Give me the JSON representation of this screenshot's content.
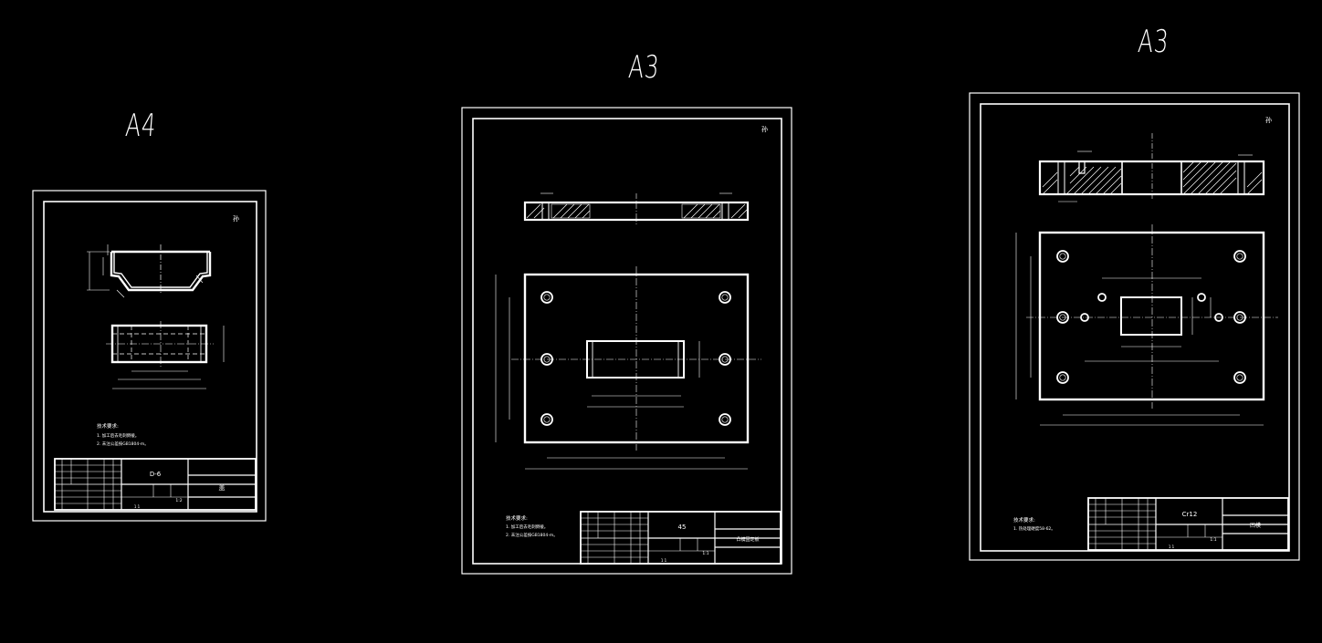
{
  "sheets": [
    {
      "id": "sheet-1",
      "format_label": "A4",
      "corner_mark": "孙",
      "title_block_name": "D-6",
      "title_block_part": "盖",
      "notes_heading": "技术要求:",
      "notes": [
        "1. 加工后去毛刺倒棱。",
        "2. 未注公差按GB1804-m。"
      ],
      "scale": "1:2",
      "sheet_counter": "1  1"
    },
    {
      "id": "sheet-2",
      "format_label": "A3",
      "corner_mark": "孙",
      "title_block_name": "45",
      "title_block_part": "凸模固定板",
      "notes_heading": "技术要求:",
      "notes": [
        "1. 加工后去毛刺倒棱。",
        "2. 未注公差按GB1804-m。"
      ],
      "scale": "1:1",
      "sheet_counter": "1  1"
    },
    {
      "id": "sheet-3",
      "format_label": "A3",
      "corner_mark": "孙",
      "title_block_name": "Cr12",
      "title_block_part": "凹模",
      "notes_heading": "技术要求:",
      "notes": [
        "1. 热处理硬度58-62。"
      ],
      "scale": "1:1",
      "sheet_counter": "1  1"
    }
  ],
  "colors": {
    "background": "#000000",
    "line": "#ffffff",
    "hatch": "#ffffff"
  }
}
